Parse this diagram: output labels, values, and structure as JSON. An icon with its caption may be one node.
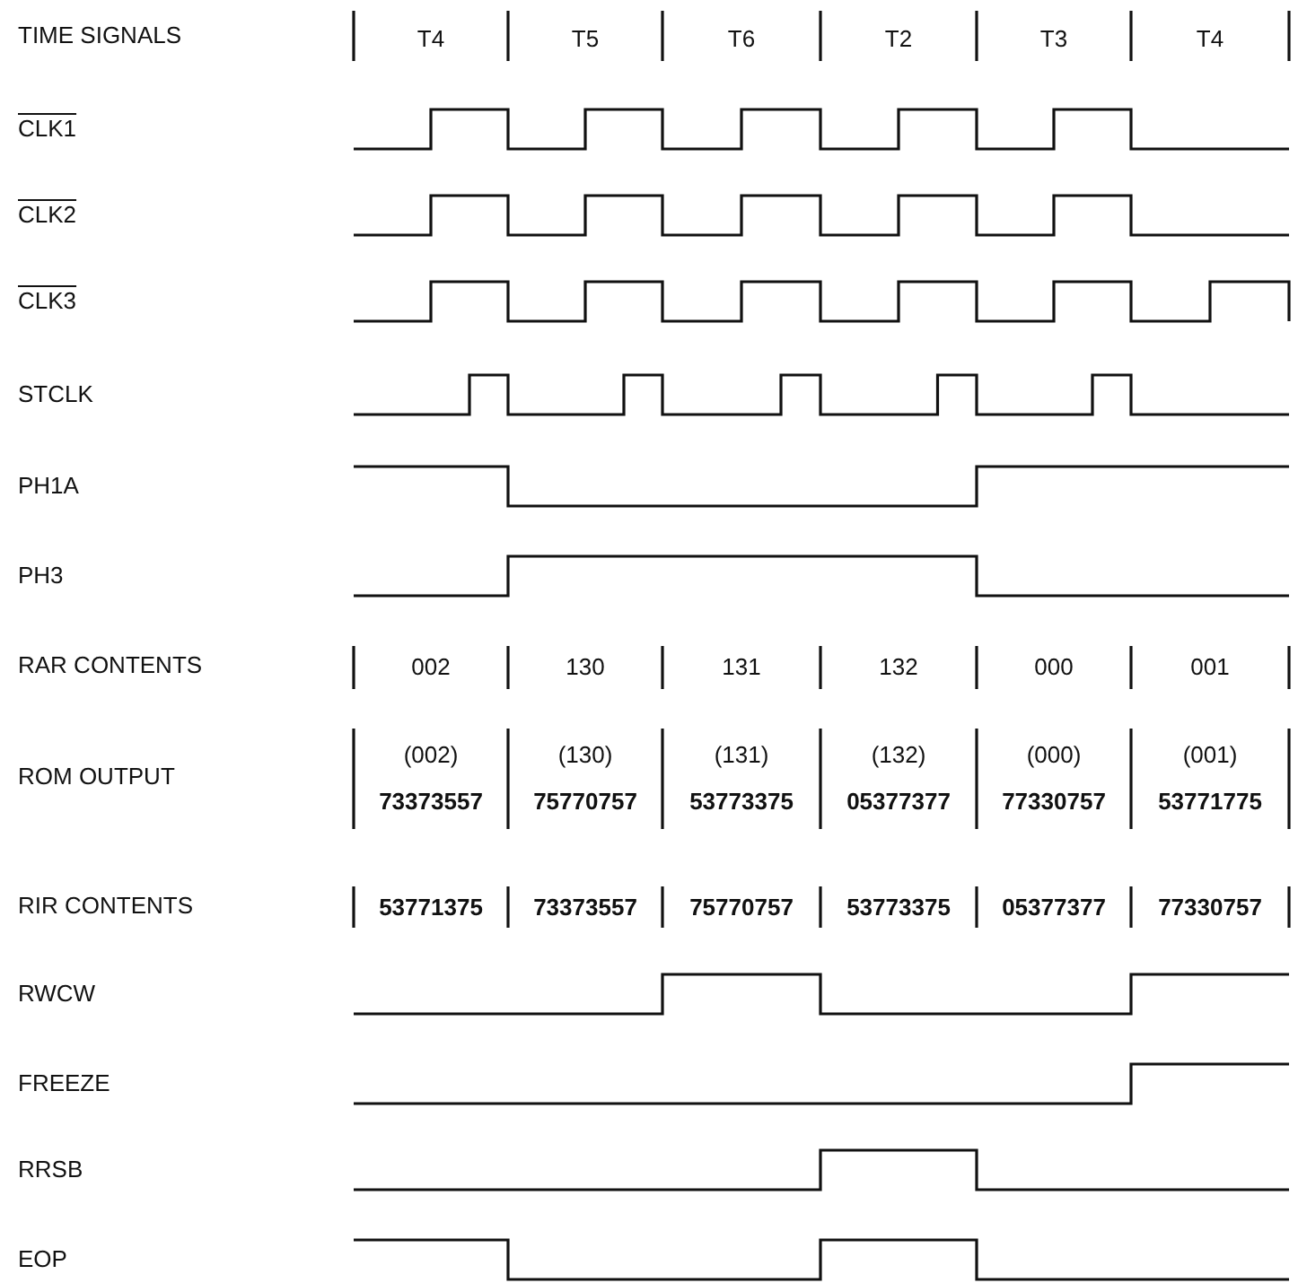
{
  "diagram": {
    "labels": [
      "TIME SIGNALS",
      "T4",
      "T5",
      "T6",
      "T2",
      "T3",
      "T4",
      "CLK1",
      "CLK2",
      "CLK3",
      "STCLK",
      "PH1A",
      "PH3",
      "RAR CONTENTS",
      "002",
      "130",
      "131",
      "132",
      "000",
      "001",
      "ROM OUTPUT",
      "(002)",
      "(130)",
      "(131)",
      "(132)",
      "(000)",
      "(001)",
      "73373557",
      "75770757",
      "53773375",
      "05377377",
      "77330757",
      "53771775",
      "RIR CONTENTS",
      "53771375",
      "73373557",
      "75770757",
      "53773375",
      "05377377",
      "77330757",
      "RWCW",
      "FREEZE",
      "RRSB",
      "EOP"
    ]
  }
}
